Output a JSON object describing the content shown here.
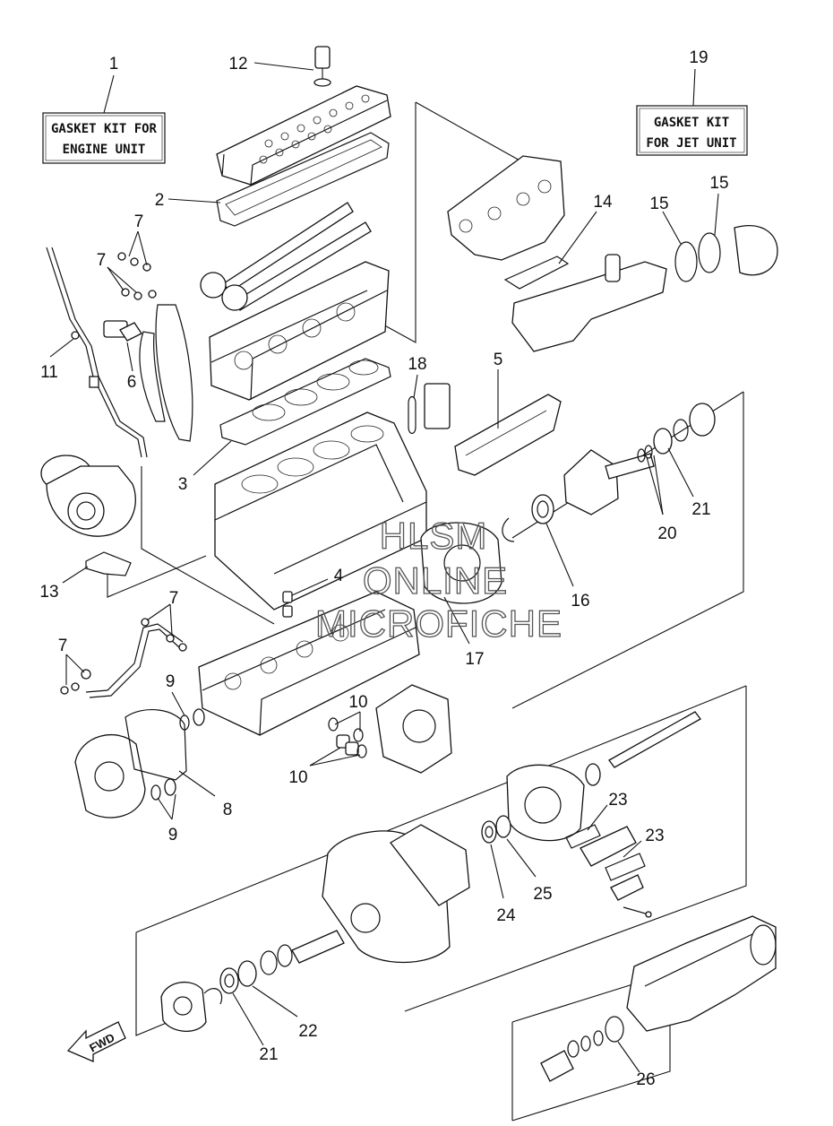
{
  "diagram": {
    "kits": [
      {
        "id": "1",
        "lines": [
          "GASKET KIT FOR",
          "ENGINE UNIT"
        ]
      },
      {
        "id": "19",
        "lines": [
          "GASKET KIT",
          "FOR JET UNIT"
        ]
      }
    ],
    "watermark": [
      "HLSM",
      "ONLINE",
      "MICROFICHE"
    ],
    "fwd_label": "FWD",
    "callouts": {
      "c1": "1",
      "c2": "2",
      "c3": "3",
      "c4": "4",
      "c5": "5",
      "c6": "6",
      "c7a": "7",
      "c7b": "7",
      "c7c": "7",
      "c7d": "7",
      "c8": "8",
      "c9a": "9",
      "c9b": "9",
      "c10a": "10",
      "c10b": "10",
      "c11": "11",
      "c12": "12",
      "c13": "13",
      "c14": "14",
      "c15a": "15",
      "c15b": "15",
      "c16": "16",
      "c17": "17",
      "c18": "18",
      "c19": "19",
      "c20": "20",
      "c21a": "21",
      "c21b": "21",
      "c22": "22",
      "c23a": "23",
      "c23b": "23",
      "c24": "24",
      "c25": "25",
      "c26": "26"
    }
  }
}
